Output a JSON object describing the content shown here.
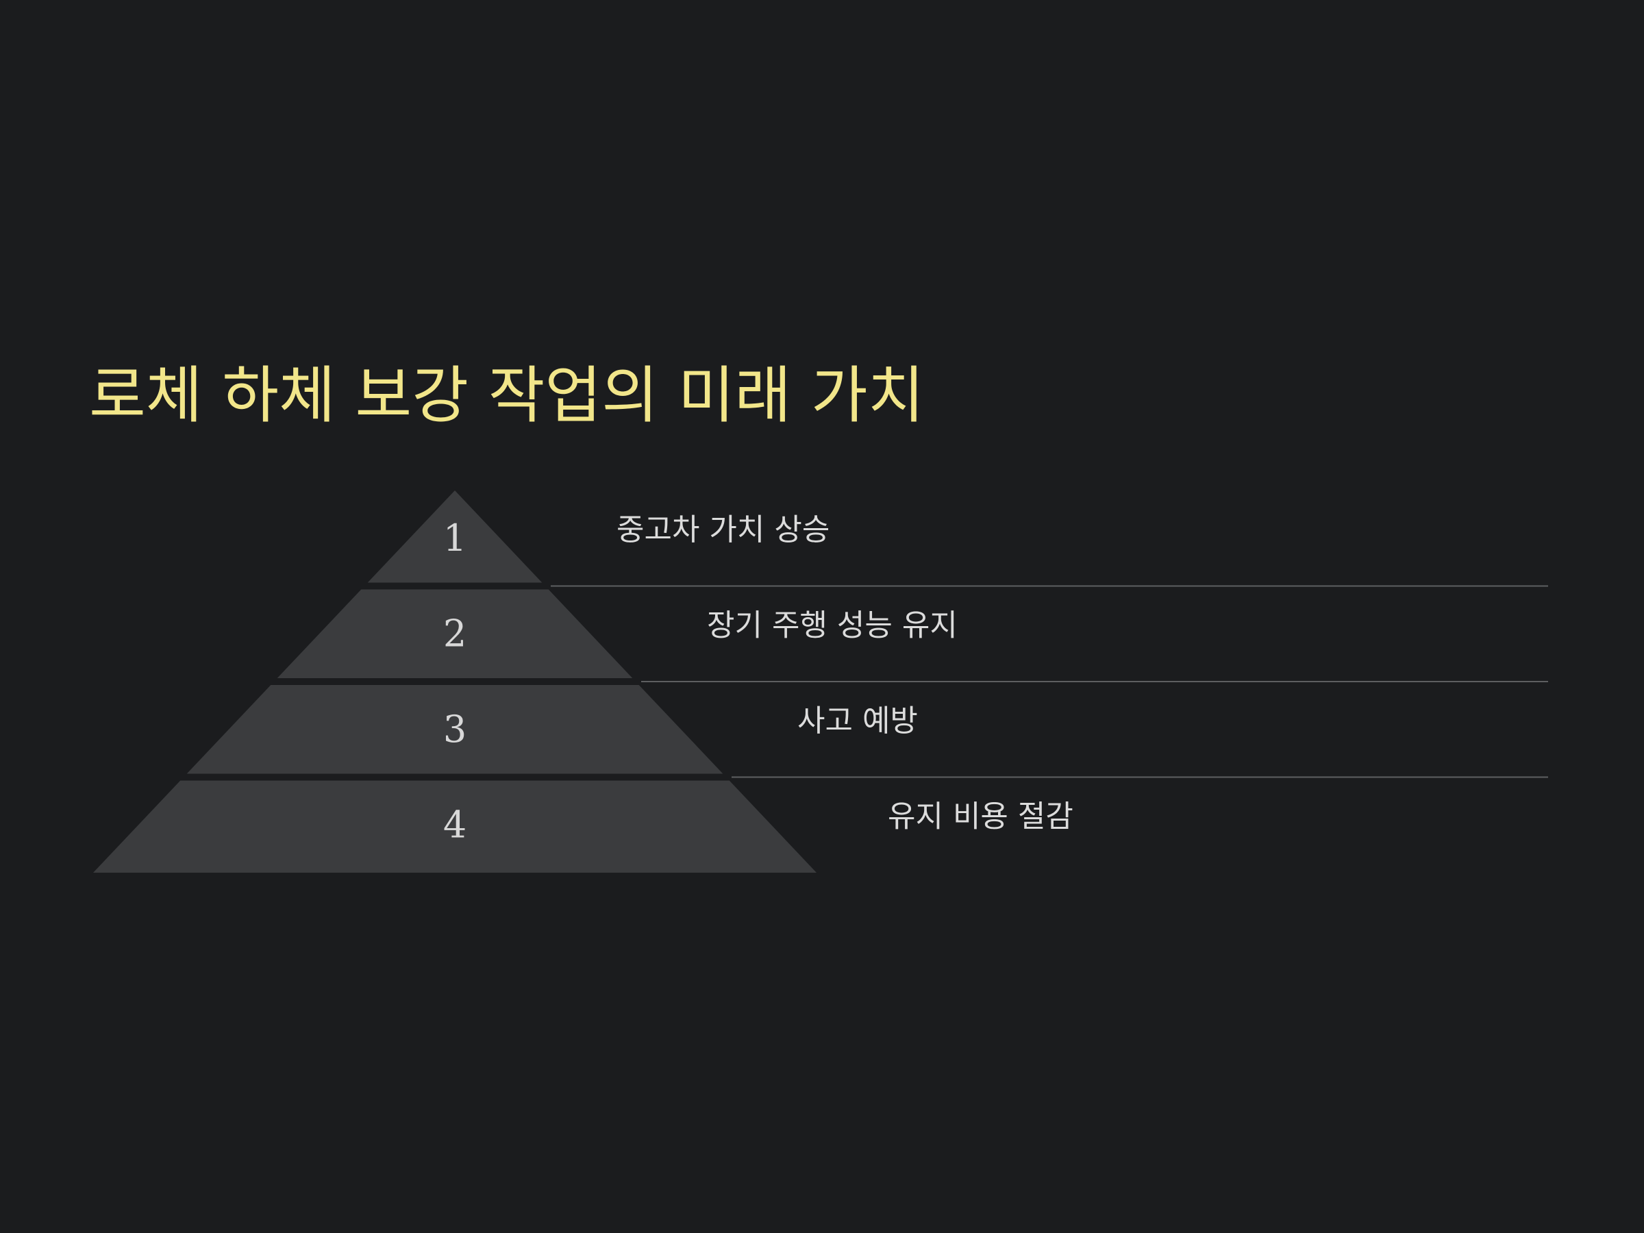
{
  "slide": {
    "title": "로체 하체 보강 작업의 미래 가치"
  },
  "colors": {
    "background": "#1b1c1e",
    "title": "#f2e68a",
    "tier_fill": "#3b3c3e",
    "text": "#dcdcdc",
    "divider": "#5e5f61"
  },
  "pyramid": {
    "levels": [
      {
        "number": "1",
        "label": "중고차 가치 상승"
      },
      {
        "number": "2",
        "label": "장기 주행 성능 유지"
      },
      {
        "number": "3",
        "label": "사고 예방"
      },
      {
        "number": "4",
        "label": "유지 비용 절감"
      }
    ]
  }
}
